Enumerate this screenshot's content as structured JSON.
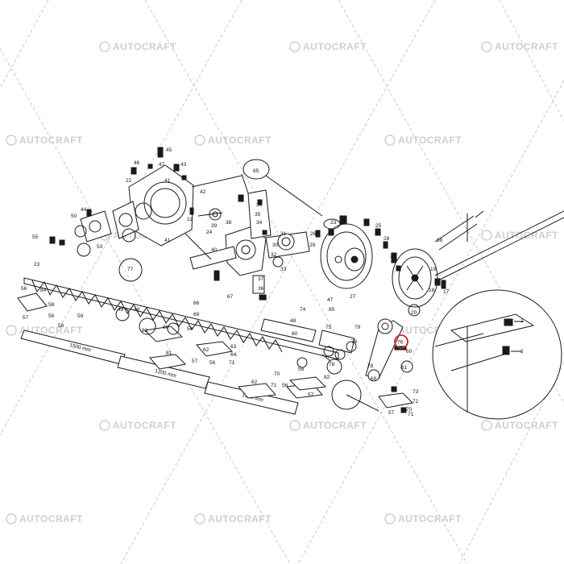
{
  "watermark": {
    "text": "AUTOCRAFT",
    "color": "#cfcfcf"
  },
  "highlight": {
    "label": "76",
    "color": "#d42020"
  },
  "blade_marks": [
    "1500 mm",
    "1200 mm",
    "1500 mm"
  ],
  "colors": {
    "ink": "#1a1a1a",
    "background": "#ffffff"
  }
}
